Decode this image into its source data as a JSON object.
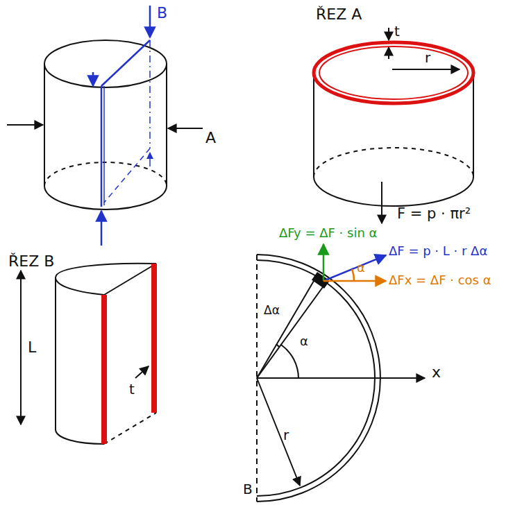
{
  "diagram": {
    "labels": [
      "B",
      "A",
      "ŘEZ A",
      "t",
      "r",
      "F = p · πr²",
      "ŘEZ B",
      "L",
      "t",
      "ΔFy = ΔF · sin α",
      "ΔF = p · L · r Δα",
      "ΔFx = ΔF · cos α",
      "Δα",
      "α",
      "α",
      "x",
      "r",
      "B"
    ]
  }
}
